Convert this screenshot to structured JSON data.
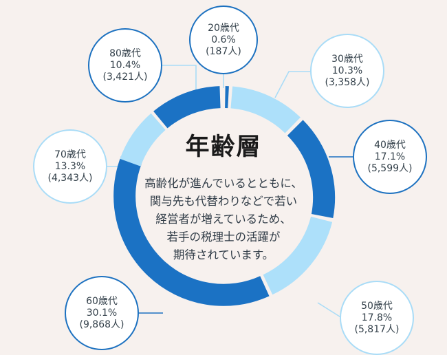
{
  "background_color": "#f7f1ee",
  "colors": {
    "dark_blue": "#1b72c4",
    "light_blue": "#ade0fa",
    "gap": "#f7f1ee",
    "text": "#33404a",
    "title": "#1a1a1a"
  },
  "center": {
    "title": "年齢層",
    "body_lines": [
      "高齢化が進んでいるとともに、",
      "関与先も代替わりなどで若い",
      "経営者が増えているため、",
      "若手の税理士の活躍が",
      "期待されています。"
    ]
  },
  "chart_data": {
    "type": "pie",
    "title": "年齢層",
    "categories": [
      "20歳代",
      "30歳代",
      "40歳代",
      "50歳代",
      "60歳代",
      "70歳代",
      "80歳代"
    ],
    "values": [
      0.6,
      10.3,
      17.1,
      17.8,
      30.1,
      13.3,
      10.4
    ],
    "counts": [
      187,
      3358,
      5599,
      5817,
      9868,
      4343,
      3421
    ],
    "count_labels": [
      "(187人)",
      "(3,358人)",
      "(5,599人)",
      "(5,817人)",
      "(9,868人)",
      "(4,343人)",
      "(3,421人)"
    ],
    "percent_labels": [
      "0.6%",
      "10.3%",
      "17.1%",
      "17.8%",
      "30.1%",
      "13.3%",
      "10.4%"
    ],
    "slice_colors": [
      "#1b72c4",
      "#ade0fa",
      "#1b72c4",
      "#ade0fa",
      "#1b72c4",
      "#ade0fa",
      "#1b72c4"
    ],
    "unit": "%",
    "legend": "callout-bubbles",
    "donut": true
  },
  "callouts": [
    {
      "id": "20s",
      "age": "20歳代",
      "percent": "0.6%",
      "count": "(187人)",
      "style": "dark"
    },
    {
      "id": "30s",
      "age": "30歳代",
      "percent": "10.3%",
      "count": "(3,358人)",
      "style": "light"
    },
    {
      "id": "40s",
      "age": "40歳代",
      "percent": "17.1%",
      "count": "(5,599人)",
      "style": "dark"
    },
    {
      "id": "50s",
      "age": "50歳代",
      "percent": "17.8%",
      "count": "(5,817人)",
      "style": "light"
    },
    {
      "id": "60s",
      "age": "60歳代",
      "percent": "30.1%",
      "count": "(9,868人)",
      "style": "dark"
    },
    {
      "id": "70s",
      "age": "70歳代",
      "percent": "13.3%",
      "count": "(4,343人)",
      "style": "light"
    },
    {
      "id": "80s",
      "age": "80歳代",
      "percent": "10.4%",
      "count": "(3,421人)",
      "style": "dark"
    }
  ]
}
